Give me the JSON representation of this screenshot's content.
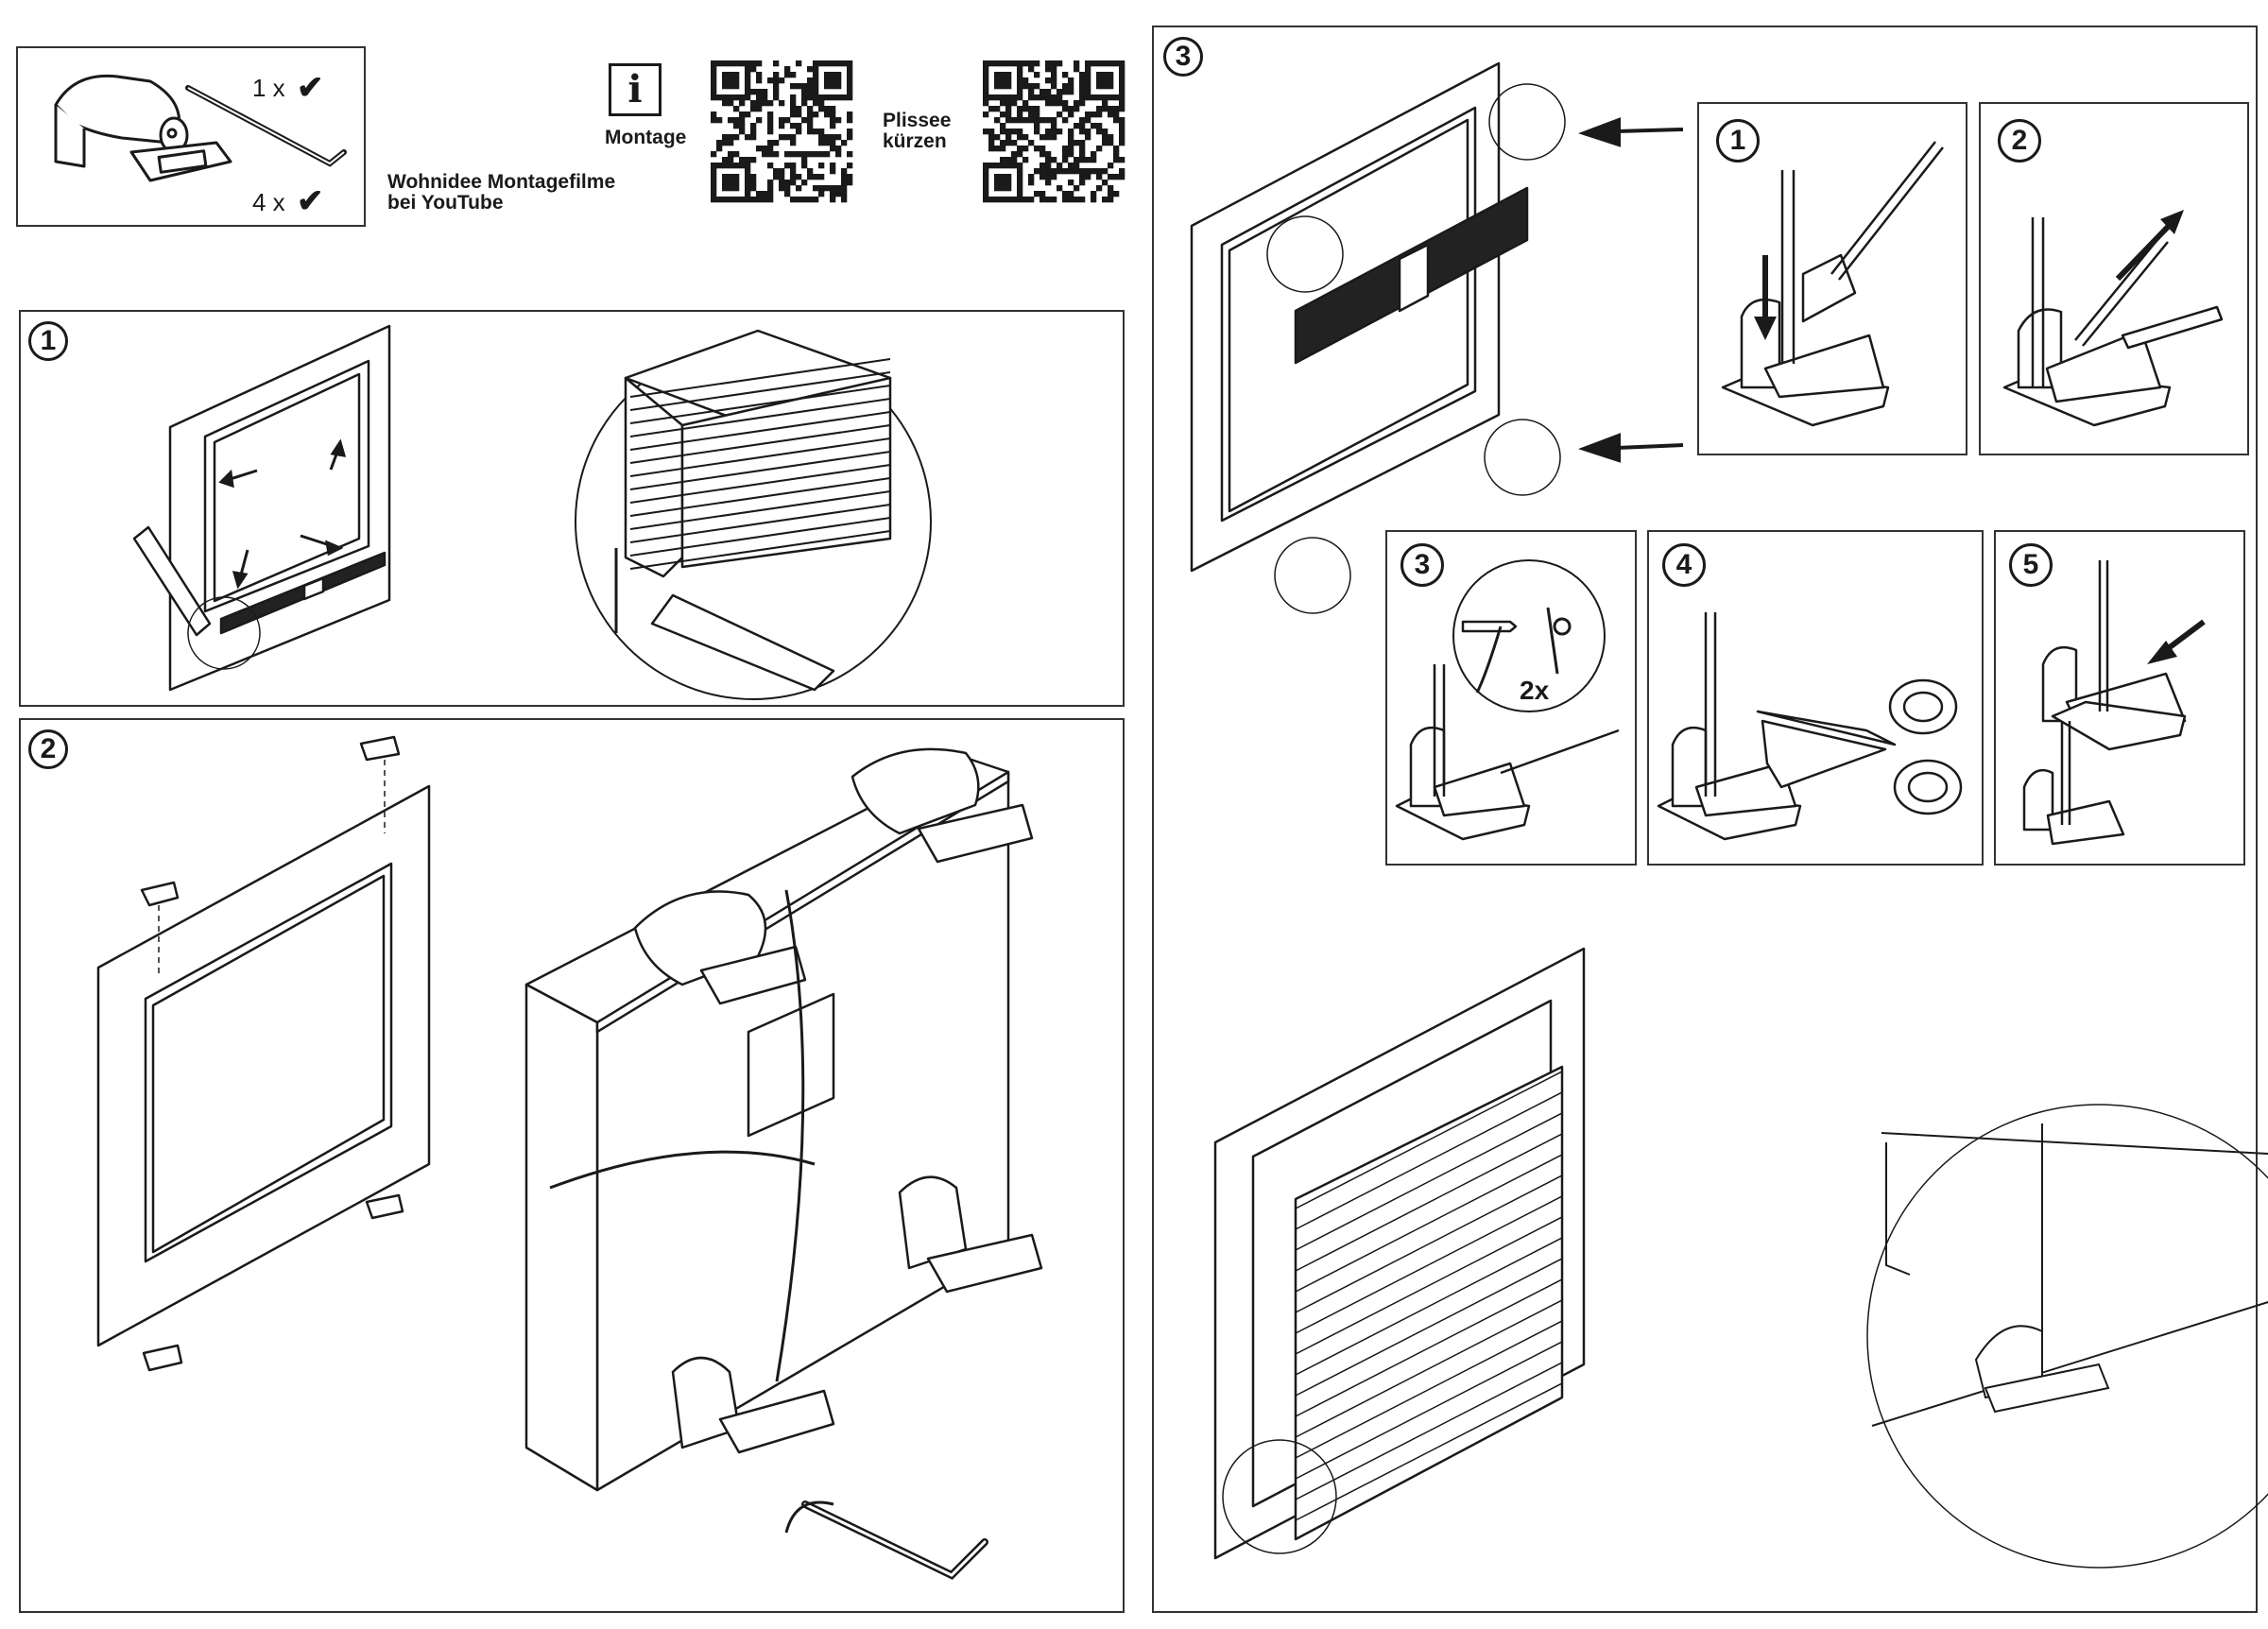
{
  "header": {
    "contents": [
      {
        "qty": "1 x",
        "mark": "✔",
        "icon": "allen-key-icon"
      },
      {
        "qty": "4 x",
        "mark": "✔",
        "icon": "clamp-bracket-icon"
      }
    ],
    "video_caption": "Wohnidee Montagefilme\nbei YouTube",
    "info_icon": "i",
    "qr_codes": [
      {
        "label": "Montage"
      },
      {
        "label": "Plissee\nkürzen"
      }
    ]
  },
  "steps": [
    {
      "number": "1"
    },
    {
      "number": "2"
    },
    {
      "number": "3"
    }
  ],
  "substeps": [
    {
      "number": "1"
    },
    {
      "number": "2"
    },
    {
      "number": "3",
      "callout": "2x"
    },
    {
      "number": "4"
    },
    {
      "number": "5"
    }
  ],
  "colors": {
    "line": "#1a1a1a",
    "fill": "#ffffff",
    "dark": "#222222"
  }
}
